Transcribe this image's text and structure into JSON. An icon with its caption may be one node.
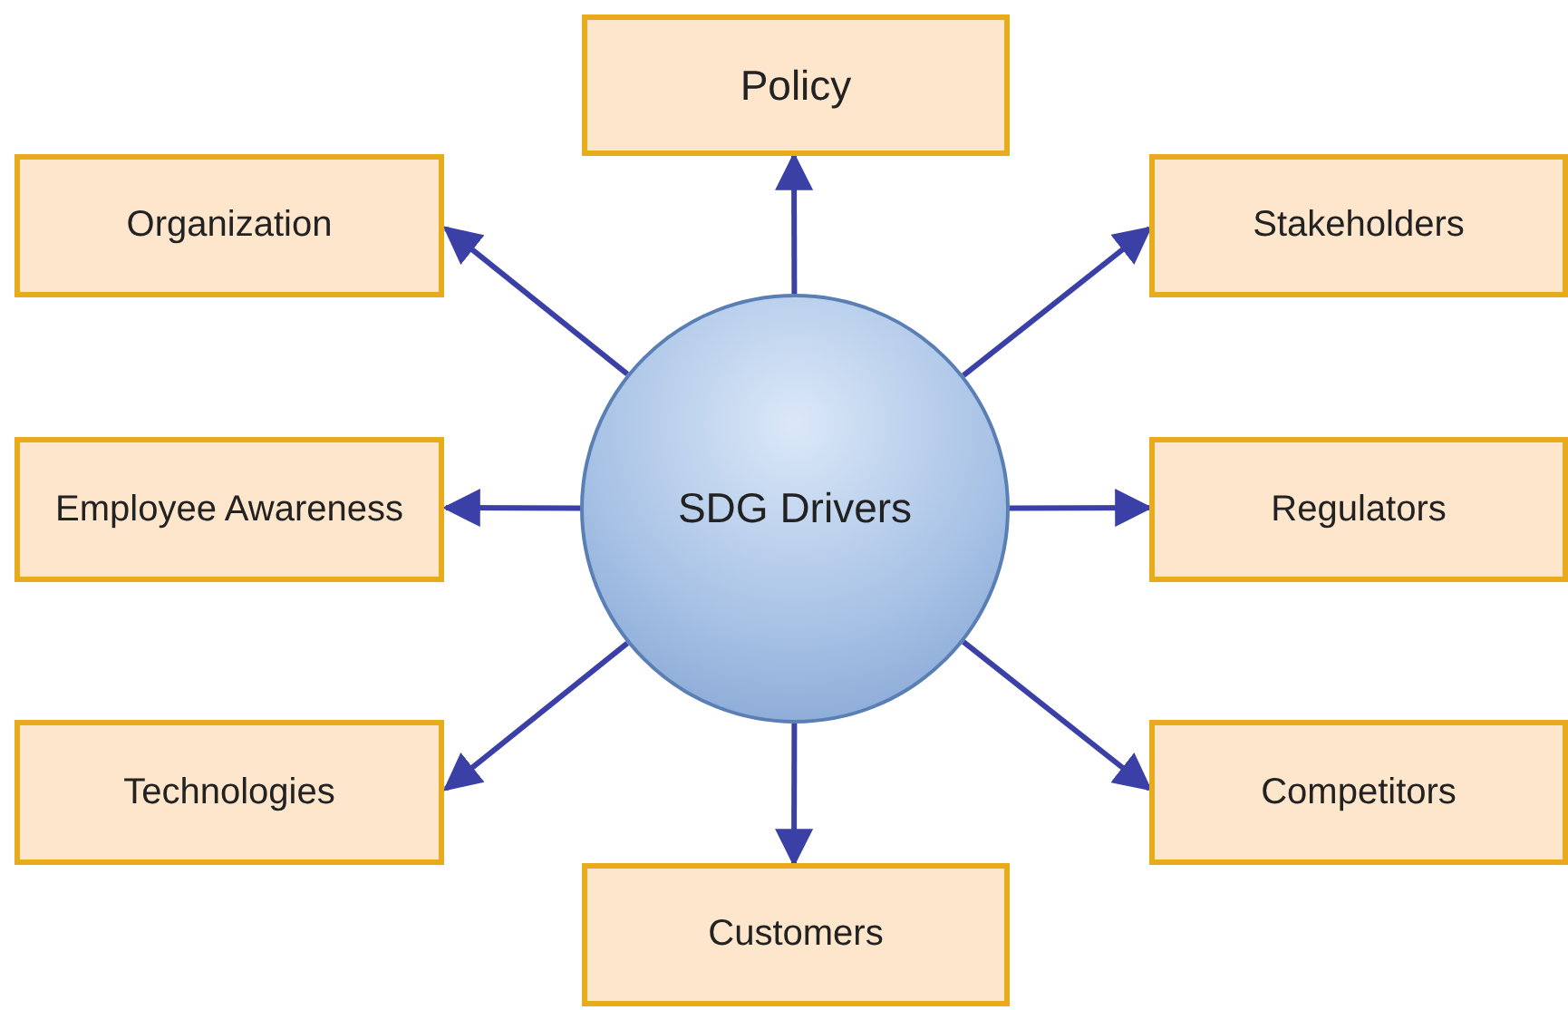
{
  "diagram": {
    "nodes": [
      {
        "text": [
          "Policy"
        ]
      },
      {
        "text": [
          "Organization"
        ]
      },
      {
        "text": [
          "Stakeholders"
        ]
      },
      {
        "text": [
          "Employee Awareness"
        ]
      },
      {
        "text": [
          "SDG Drivers"
        ]
      },
      {
        "text": [
          "Regulators"
        ]
      },
      {
        "text": [
          "Technologies"
        ]
      },
      {
        "text": [
          "Competitors"
        ]
      },
      {
        "text": [
          "Customers"
        ]
      }
    ],
    "edges": [
      {
        "from": 4,
        "to": 0,
        "arrow": "to"
      },
      {
        "from": 4,
        "to": 1,
        "arrow": "to"
      },
      {
        "from": 4,
        "to": 2,
        "arrow": "to"
      },
      {
        "from": 4,
        "to": 3,
        "arrow": "to"
      },
      {
        "from": 4,
        "to": 5,
        "arrow": "to"
      },
      {
        "from": 4,
        "to": 6,
        "arrow": "to"
      },
      {
        "from": 4,
        "to": 7,
        "arrow": "to"
      },
      {
        "from": 4,
        "to": 8,
        "arrow": "to"
      }
    ]
  }
}
